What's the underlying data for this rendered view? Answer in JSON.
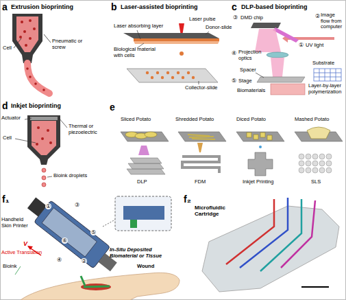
{
  "diagram": {
    "labels": [
      "a",
      "Extrusion bioprinting",
      "Cell",
      "Pneumatic or screw",
      "b",
      "Laser-assisted bioprinting",
      "Laser pulse",
      "Donor-slide",
      "Laser absorbing layer",
      "Biological material with cells",
      "Collector-slide",
      "c",
      "DLP-based bioprinting",
      "③",
      "DMD chip",
      "②",
      "Image flow from computer",
      "①",
      "UV light",
      "④",
      "Projection optics",
      "Spacer",
      "Substrate",
      "⑤",
      "Stage",
      "Biomaterials",
      "Layer-by-layer polymerization",
      "d",
      "Inkjet bioprinting",
      "Actuator",
      "Cell",
      "Thermal or piezoelectric",
      "Bioink droplets",
      "e",
      "Sliced Potato",
      "Shredded Potato",
      "Diced Potato",
      "Mashed Potato",
      "DLP",
      "FDM",
      "Inkjet Printing",
      "SLS",
      "f₁",
      "Handheld Skin Printer",
      "V",
      "Active Translation",
      "①",
      "②",
      "③",
      "④",
      "⑤",
      "⑥",
      "Bioink",
      "In-Situ Deposited Biomaterial or Tissue",
      "Wound",
      "f₂",
      "Microfluidic Cartridge"
    ]
  }
}
